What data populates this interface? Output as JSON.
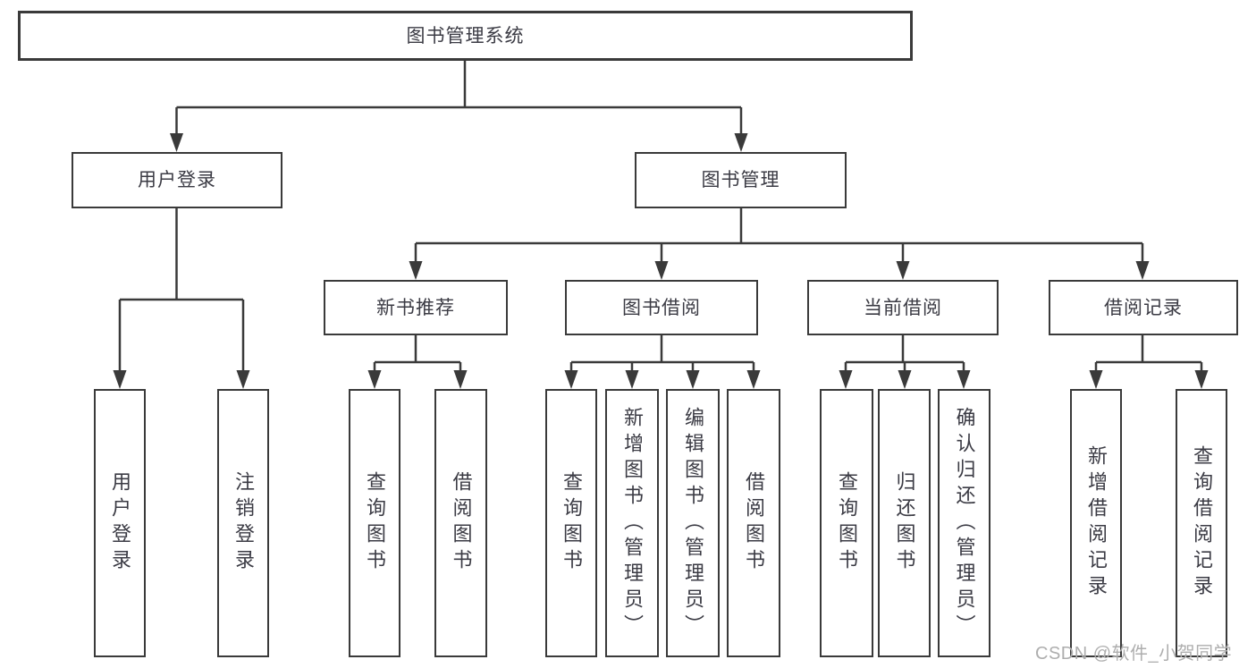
{
  "diagram": {
    "nodes": {
      "root": "图书管理系统",
      "level2": [
        "用户登录",
        "图书管理"
      ],
      "level3": [
        "新书推荐",
        "图书借阅",
        "当前借阅",
        "借阅记录"
      ],
      "leaves": [
        "用户登录",
        "注销登录",
        "查询图书",
        "借阅图书",
        "查询图书",
        "新增图书（管理员）",
        "编辑图书（管理员）",
        "借阅图书",
        "查询图书",
        "归还图书",
        "确认归还（管理员）",
        "新增借阅记录",
        "查询借阅记录"
      ]
    },
    "hierarchy": [
      {
        "parent": "图书管理系统",
        "children": [
          "用户登录",
          "图书管理"
        ]
      },
      {
        "parent": "用户登录",
        "children": [
          "用户登录",
          "注销登录"
        ]
      },
      {
        "parent": "图书管理",
        "children": [
          "新书推荐",
          "图书借阅",
          "当前借阅",
          "借阅记录"
        ]
      },
      {
        "parent": "新书推荐",
        "children": [
          "查询图书",
          "借阅图书"
        ]
      },
      {
        "parent": "图书借阅",
        "children": [
          "查询图书",
          "新增图书（管理员）",
          "编辑图书（管理员）",
          "借阅图书"
        ]
      },
      {
        "parent": "当前借阅",
        "children": [
          "查询图书",
          "归还图书",
          "确认归还（管理员）"
        ]
      },
      {
        "parent": "借阅记录",
        "children": [
          "新增借阅记录",
          "查询借阅记录"
        ]
      }
    ],
    "watermark": "CSDN @软件_小贺同学"
  },
  "colors": {
    "line": "#3a3a3a",
    "text": "#3b3b44",
    "watermark": "#aeaeae",
    "background": "#ffffff"
  }
}
